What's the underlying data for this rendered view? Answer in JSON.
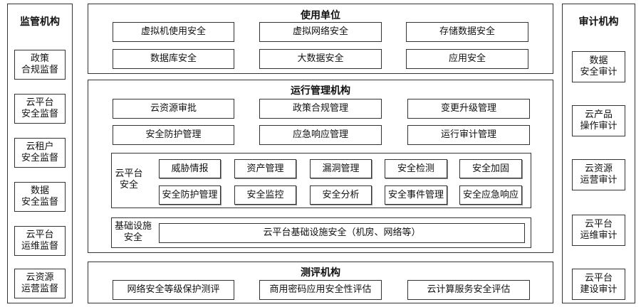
{
  "left": {
    "title": "监管机构",
    "items": [
      "政策\n合规监督",
      "云平台\n安全监督",
      "云租户\n安全监督",
      "数据\n安全监督",
      "云平台\n运维监督",
      "云资源\n运营监督"
    ]
  },
  "right": {
    "title": "审计机构",
    "items": [
      "数据\n安全审计",
      "云产品\n操作审计",
      "云资源\n运营审计",
      "云平台\n运维审计",
      "云平台\n建设审计"
    ]
  },
  "user_unit": {
    "title": "使用单位",
    "items": [
      "虚拟机使用安全",
      "虚拟网络安全",
      "存储数据安全",
      "数据库安全",
      "大数据安全",
      "应用安全"
    ]
  },
  "ops": {
    "title": "运行管理机构",
    "mgmt_items": [
      "云资源审批",
      "政策合规管理",
      "变更升级管理",
      "安全防护管理",
      "应急响应管理",
      "运行审计管理"
    ],
    "cloud_security": {
      "label": "云平台\n安全",
      "items": [
        "威胁情报",
        "资产管理",
        "漏洞管理",
        "安全检测",
        "安全加固",
        "安全防护管理",
        "安全监控",
        "安全分析",
        "安全事件管理",
        "安全应急响应"
      ]
    },
    "infra": {
      "label": "基础设施\n安全",
      "item": "云平台基础设施安全（机房、网络等）"
    }
  },
  "eval": {
    "title": "测评机构",
    "items": [
      "网络安全等级保护测评",
      "商用密码应用安全性评估",
      "云计算服务安全评估"
    ]
  }
}
